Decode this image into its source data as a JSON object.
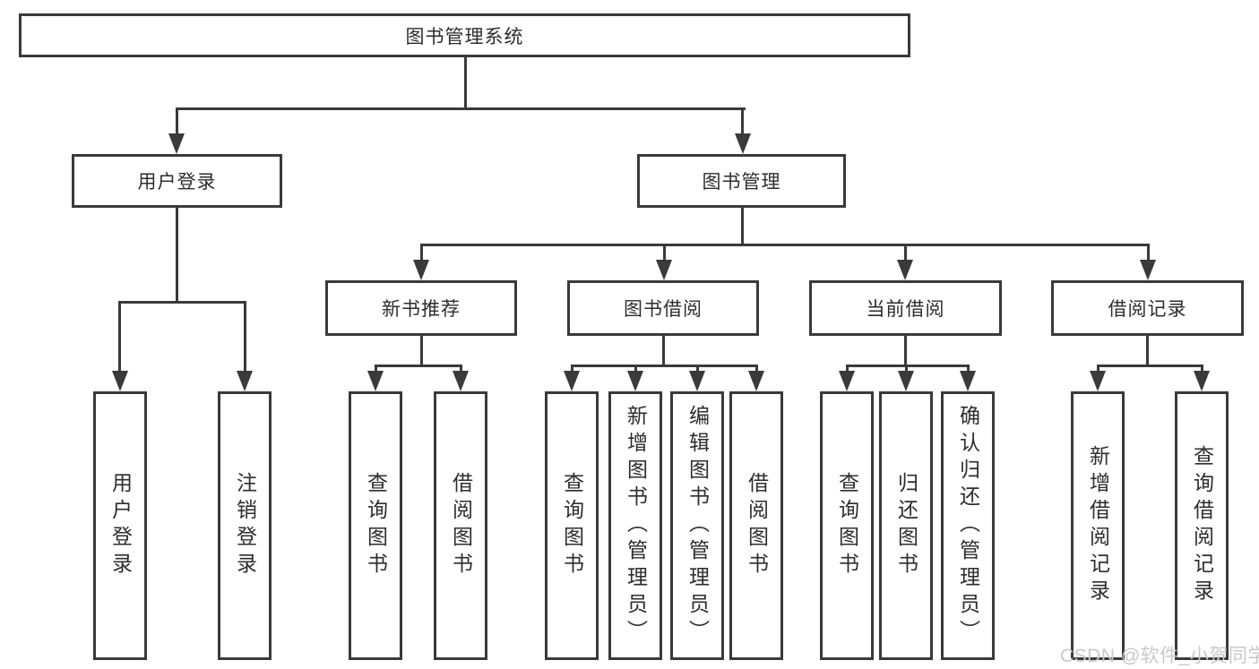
{
  "diagram": {
    "root": {
      "label": "图书管理系统"
    },
    "branches": [
      {
        "label": "用户登录",
        "children": [
          {
            "label": "用户登录"
          },
          {
            "label": "注销登录"
          }
        ]
      },
      {
        "label": "图书管理",
        "children": [
          {
            "label": "新书推荐",
            "children": [
              {
                "label": "查询图书"
              },
              {
                "label": "借阅图书"
              }
            ]
          },
          {
            "label": "图书借阅",
            "children": [
              {
                "label": "查询图书"
              },
              {
                "label": "新增图书（管理员）"
              },
              {
                "label": "编辑图书（管理员）"
              },
              {
                "label": "借阅图书"
              }
            ]
          },
          {
            "label": "当前借阅",
            "children": [
              {
                "label": "查询图书"
              },
              {
                "label": "归还图书"
              },
              {
                "label": "确认归还（管理员）"
              }
            ]
          },
          {
            "label": "借阅记录",
            "children": [
              {
                "label": "新增借阅记录"
              },
              {
                "label": "查询借阅记录"
              }
            ]
          }
        ]
      }
    ]
  },
  "watermark": {
    "text": "CSDN @软件_小贺同学"
  },
  "colors": {
    "line": "#3a3a3a",
    "box_border": "#3a3a3a",
    "text": "#2d2d2d",
    "watermark": "#c9c9c9",
    "background": "#ffffff"
  }
}
